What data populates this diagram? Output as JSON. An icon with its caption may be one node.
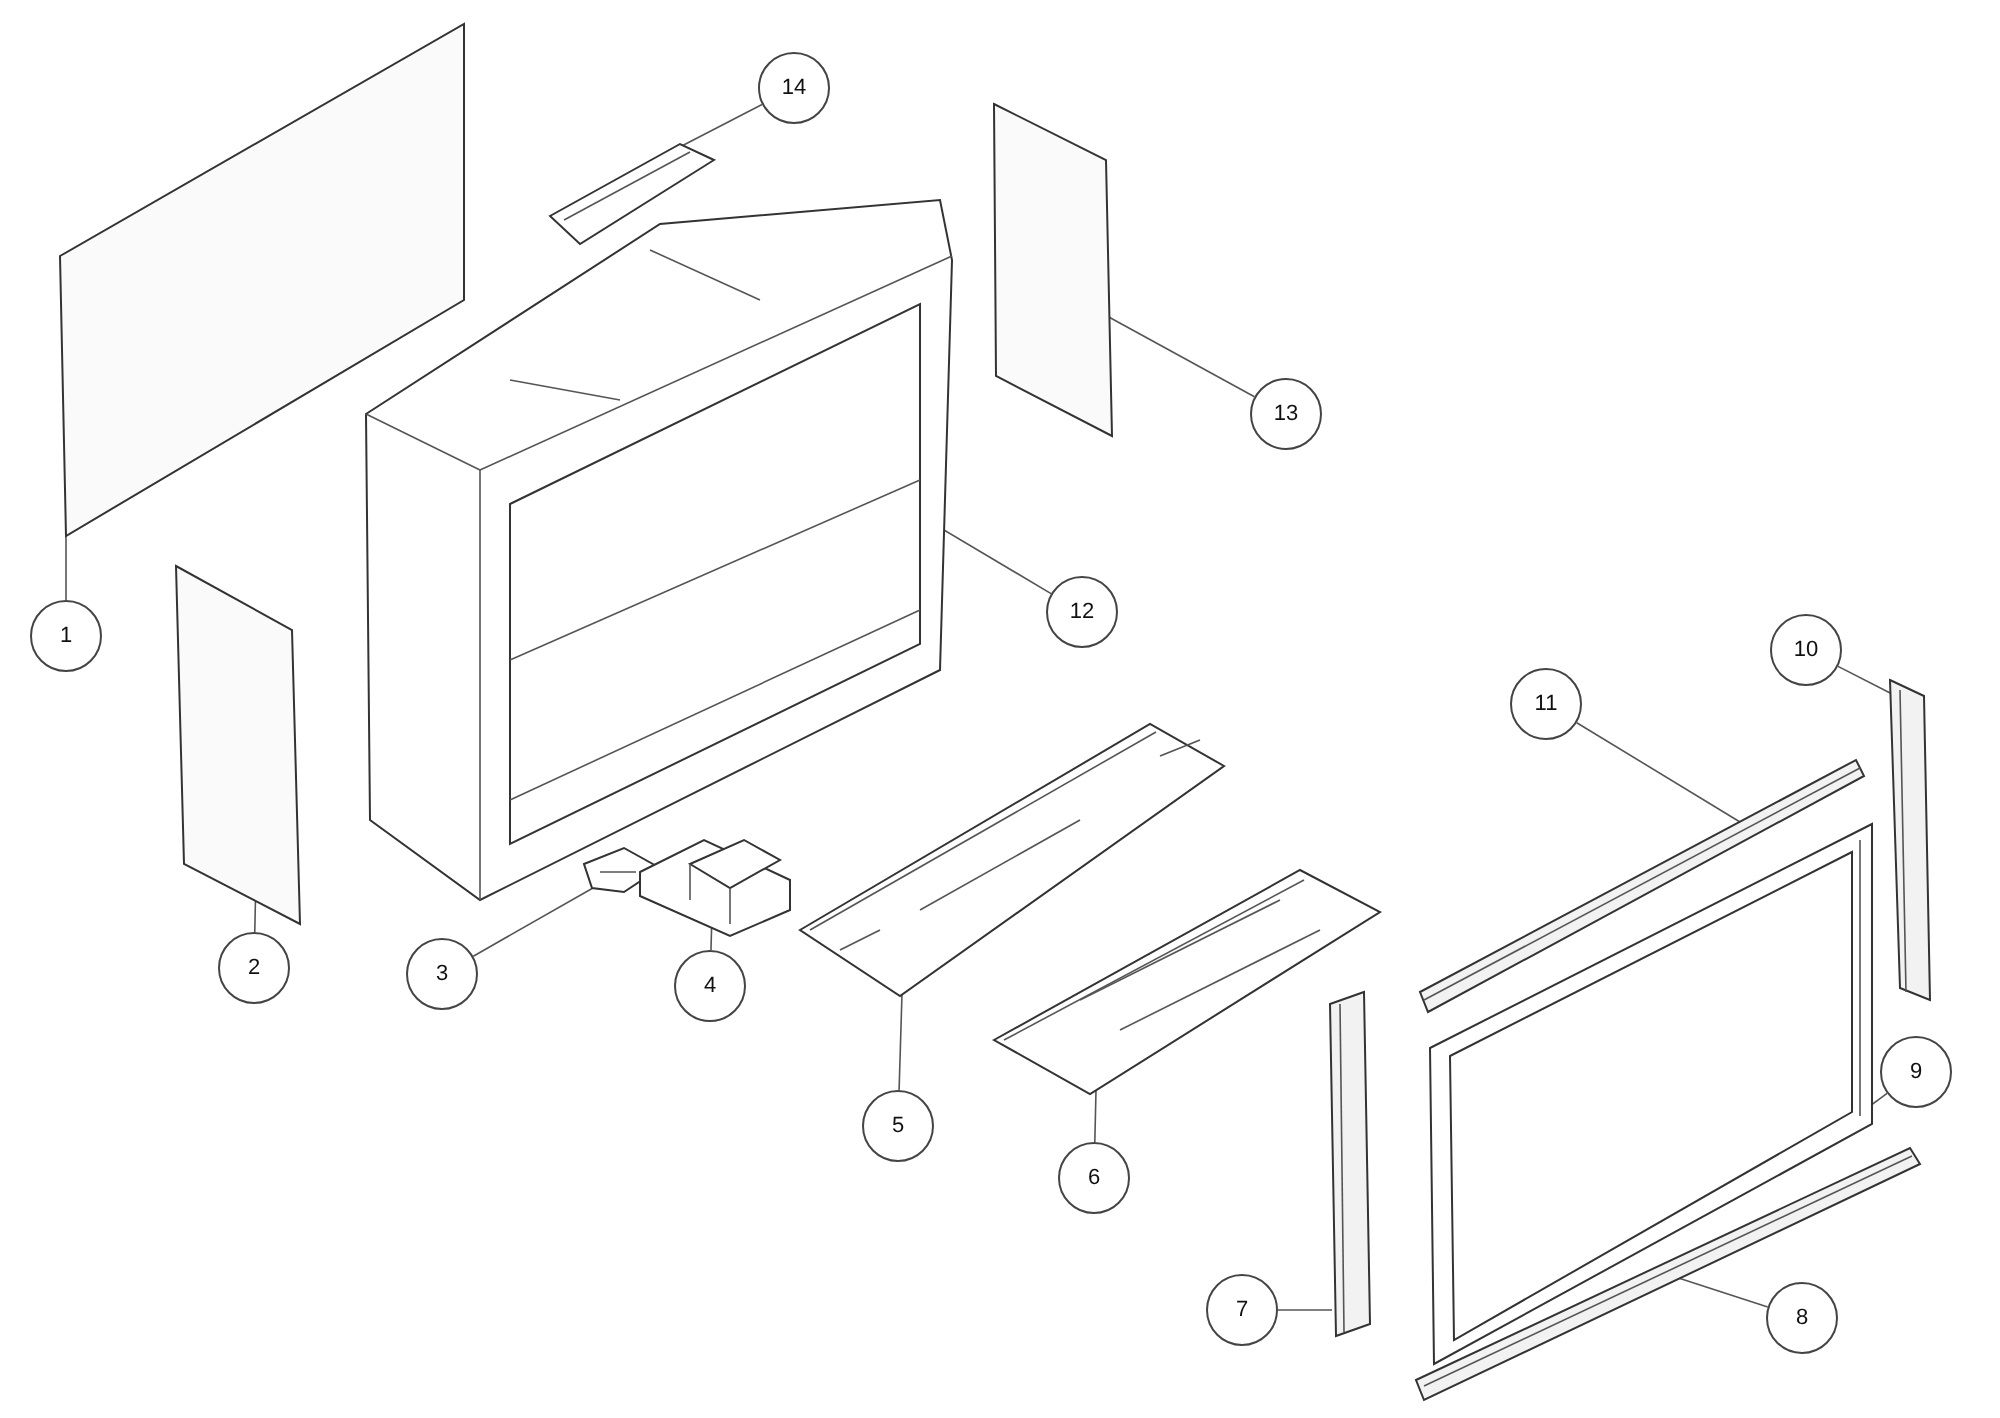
{
  "diagram": {
    "nodes": [
      {
        "text": [
          "1"
        ]
      },
      {
        "text": [
          "2"
        ]
      },
      {
        "text": [
          "3"
        ]
      },
      {
        "text": [
          "4"
        ]
      },
      {
        "text": [
          "5"
        ]
      },
      {
        "text": [
          "6"
        ]
      },
      {
        "text": [
          "7"
        ]
      },
      {
        "text": [
          "8"
        ]
      },
      {
        "text": [
          "9"
        ]
      },
      {
        "text": [
          "10"
        ]
      },
      {
        "text": [
          "11"
        ]
      },
      {
        "text": [
          "12"
        ]
      },
      {
        "text": [
          "13"
        ]
      },
      {
        "text": [
          "14"
        ]
      },
      {
        "text": [],
        "shape": "box"
      },
      {
        "text": [],
        "shape": "box"
      },
      {
        "text": [],
        "shape": "picture"
      },
      {
        "text": [],
        "shape": "picture"
      },
      {
        "text": [],
        "shape": "picture"
      },
      {
        "text": [],
        "shape": "picture"
      },
      {
        "text": [],
        "shape": "bar"
      },
      {
        "text": [],
        "shape": "bar"
      },
      {
        "text": [],
        "shape": "picture"
      },
      {
        "text": [],
        "shape": "bar"
      },
      {
        "text": [],
        "shape": "bar"
      },
      {
        "text": [],
        "shape": "picture"
      },
      {
        "text": [],
        "shape": "box"
      },
      {
        "text": [],
        "shape": "picture"
      }
    ],
    "edges": [
      {
        "from": 0,
        "to": 14,
        "arrow": "none"
      },
      {
        "from": 1,
        "to": 15,
        "arrow": "none"
      },
      {
        "from": 2,
        "to": 16,
        "arrow": "none"
      },
      {
        "from": 3,
        "to": 17,
        "arrow": "none"
      },
      {
        "from": 4,
        "to": 18,
        "arrow": "none"
      },
      {
        "from": 5,
        "to": 19,
        "arrow": "none"
      },
      {
        "from": 6,
        "to": 20,
        "arrow": "none"
      },
      {
        "from": 7,
        "to": 21,
        "arrow": "none"
      },
      {
        "from": 8,
        "to": 22,
        "arrow": "none"
      },
      {
        "from": 9,
        "to": 23,
        "arrow": "none"
      },
      {
        "from": 10,
        "to": 24,
        "arrow": "none"
      },
      {
        "from": 11,
        "to": 25,
        "arrow": "none"
      },
      {
        "from": 12,
        "to": 26,
        "arrow": "none"
      },
      {
        "from": 13,
        "to": 27,
        "arrow": "none"
      }
    ]
  }
}
